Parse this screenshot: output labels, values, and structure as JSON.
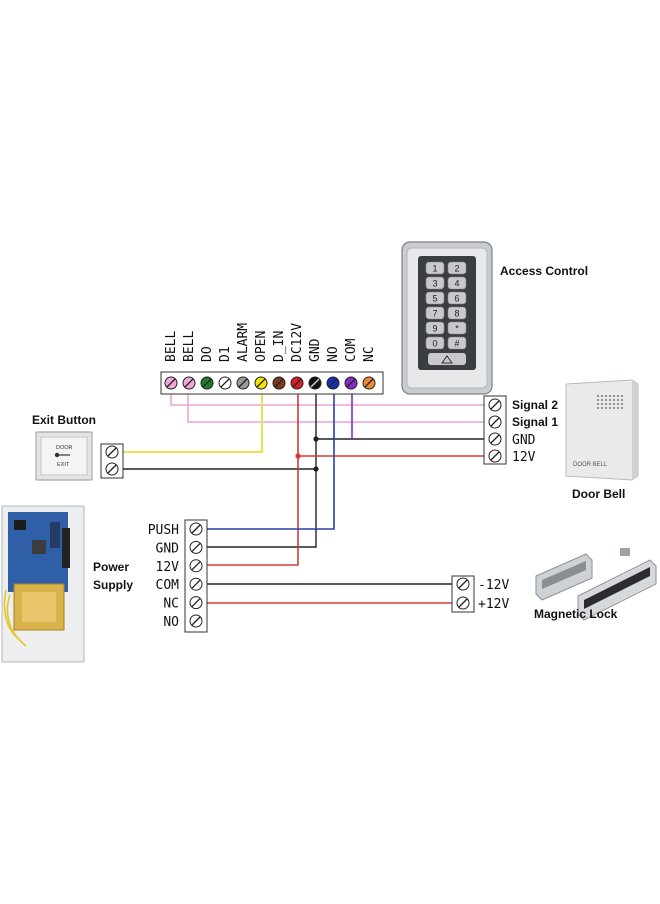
{
  "labels": {
    "access_control": "Access Control",
    "exit_button": "Exit Button",
    "door_bell": "Door Bell",
    "power_supply_line1": "Power",
    "power_supply_line2": "Supply",
    "magnetic_lock": "Magnetic Lock",
    "exit_plate_line1": "DOOR",
    "exit_plate_line2": "EXIT",
    "bell_device_text": "DOOR BELL"
  },
  "controller_terminals": [
    {
      "label": "BELL",
      "color": "#f0a8d8"
    },
    {
      "label": "BELL",
      "color": "#f0a8d8"
    },
    {
      "label": "DO",
      "color": "#1f7a2e"
    },
    {
      "label": "D1",
      "color": "#ffffff"
    },
    {
      "label": "ALARM",
      "color": "#9a9a9a"
    },
    {
      "label": "OPEN",
      "color": "#f2e400"
    },
    {
      "label": "D_IN",
      "color": "#7a3a1e"
    },
    {
      "label": "DC12V",
      "color": "#d42020"
    },
    {
      "label": "GND",
      "color": "#111111"
    },
    {
      "label": "NO",
      "color": "#1a2fb0"
    },
    {
      "label": "COM",
      "color": "#8a2bc8"
    },
    {
      "label": "NC",
      "color": "#f08a30"
    }
  ],
  "bell_terminals": [
    "Signal 2",
    "Signal 1",
    "GND",
    "12V"
  ],
  "power_terminals": [
    "PUSH",
    "GND",
    "12V",
    "COM",
    "NC",
    "NO"
  ],
  "lock_terminals": [
    "-12V",
    "+12V"
  ],
  "keypad_keys": [
    "1",
    "2",
    "3",
    "4",
    "5",
    "6",
    "7",
    "8",
    "9",
    "*",
    "0",
    "#"
  ],
  "wire_colors": {
    "pink": "#e7a6d6",
    "yellow": "#e8df3a",
    "red": "#d63a3a",
    "black": "#222222",
    "blue": "#2a3fa8",
    "purple": "#8a2bc8"
  }
}
